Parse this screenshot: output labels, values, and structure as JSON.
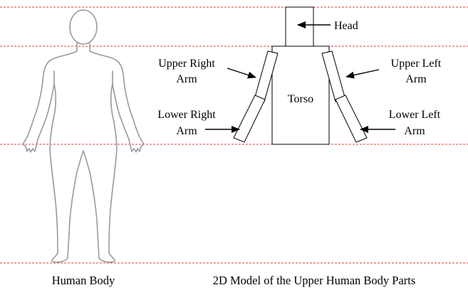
{
  "colors": {
    "guide_line": "#e03c3c",
    "body_outline": "#9a9a9a",
    "part_stroke": "#000000",
    "arrow": "#000000"
  },
  "labels": {
    "head": "Head",
    "torso": "Torso",
    "upper_right_arm": [
      "Upper Right",
      "Arm"
    ],
    "upper_left_arm": [
      "Upper Left",
      "Arm"
    ],
    "lower_right_arm": [
      "Lower Right",
      "Arm"
    ],
    "lower_left_arm": [
      "Lower Left",
      "Arm"
    ]
  },
  "captions": {
    "left": "Human Body",
    "right": "2D Model of the Upper Human Body Parts"
  }
}
